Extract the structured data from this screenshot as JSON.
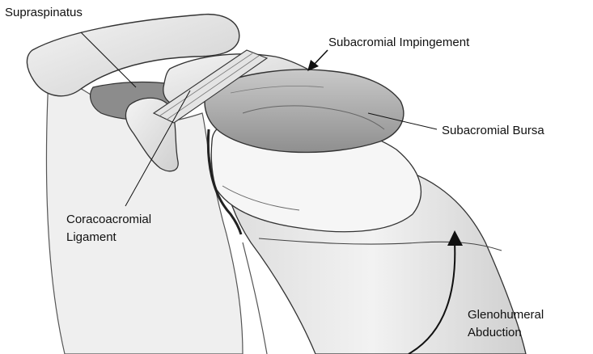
{
  "labels": {
    "supraspinatus": "Supraspinatus",
    "subacromial_impingement": "Subacromial Impingement",
    "subacromial_bursa": "Subacromial Bursa",
    "coracoacromial_ligament_line1": "Coracoacromial",
    "coracoacromial_ligament_line2": "Ligament",
    "glenohumeral_abduction_line1": "Glenohumeral",
    "glenohumeral_abduction_line2": "Abduction"
  }
}
